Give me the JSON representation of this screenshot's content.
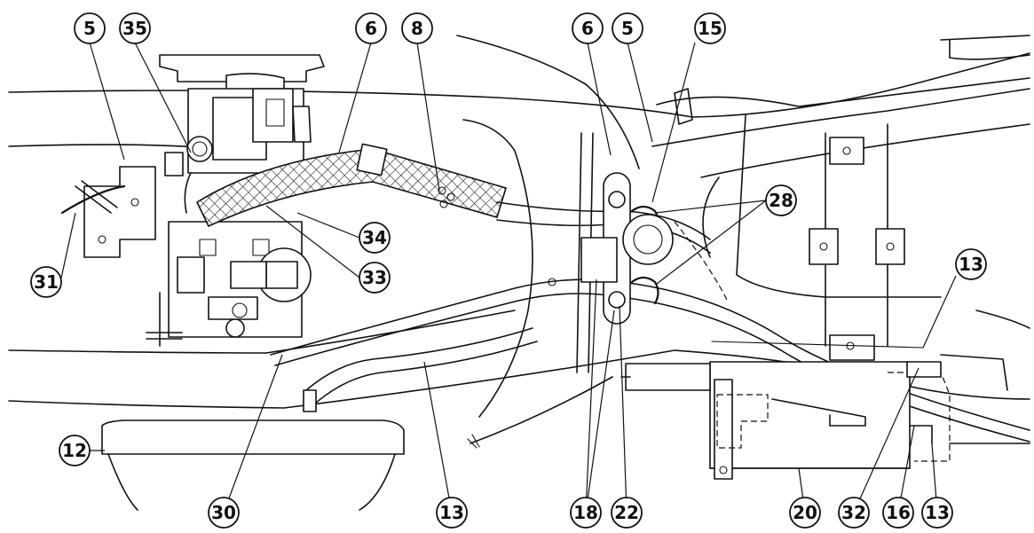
{
  "callouts": [
    {
      "id": "c5a",
      "label": "5"
    },
    {
      "id": "c35",
      "label": "35"
    },
    {
      "id": "c6a",
      "label": "6"
    },
    {
      "id": "c8",
      "label": "8"
    },
    {
      "id": "c6b",
      "label": "6"
    },
    {
      "id": "c5b",
      "label": "5"
    },
    {
      "id": "c15",
      "label": "15"
    },
    {
      "id": "c28",
      "label": "28"
    },
    {
      "id": "c34",
      "label": "34"
    },
    {
      "id": "c31",
      "label": "31"
    },
    {
      "id": "c33",
      "label": "33"
    },
    {
      "id": "c13a",
      "label": "13"
    },
    {
      "id": "c12",
      "label": "12"
    },
    {
      "id": "c30",
      "label": "30"
    },
    {
      "id": "c13b",
      "label": "13"
    },
    {
      "id": "c18",
      "label": "18"
    },
    {
      "id": "c22",
      "label": "22"
    },
    {
      "id": "c20",
      "label": "20"
    },
    {
      "id": "c32",
      "label": "32"
    },
    {
      "id": "c16",
      "label": "16"
    },
    {
      "id": "c13c",
      "label": "13"
    }
  ]
}
